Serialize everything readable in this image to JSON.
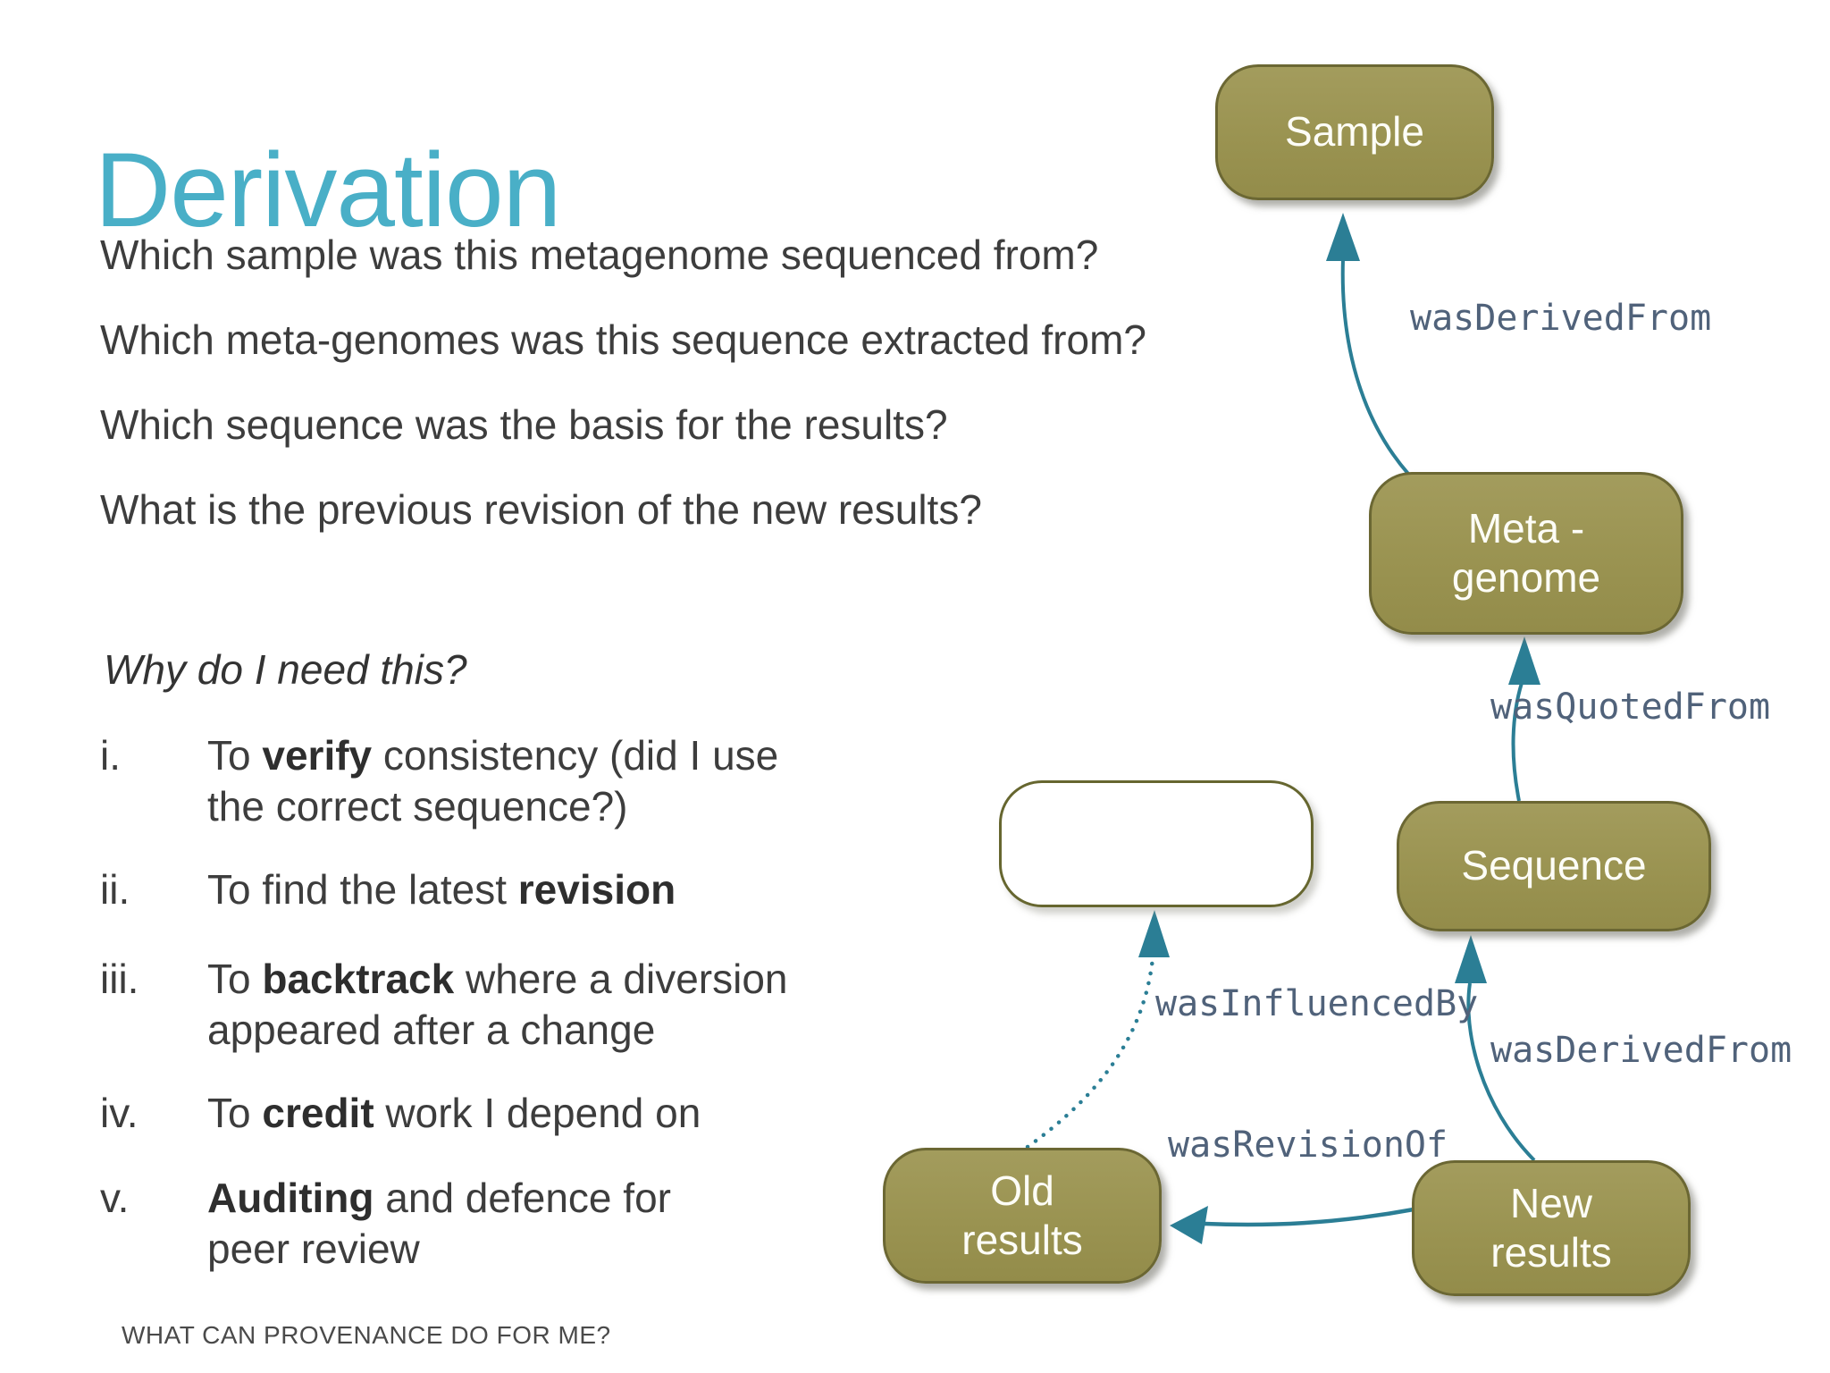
{
  "slide": {
    "title": "Derivation",
    "questions": [
      "Which sample was this metagenome sequenced from?",
      "Which meta-genomes was this sequence extracted from?",
      "Which sequence was the basis for the results?",
      "What is the previous revision of the new results?"
    ],
    "why_heading": "Why do I need this?",
    "reasons": [
      {
        "numeral": "i.",
        "pre": "To ",
        "bold": "verify",
        "post": " consistency (did I use\nthe correct sequence?)"
      },
      {
        "numeral": "ii.",
        "pre": "To find the latest ",
        "bold": "revision",
        "post": ""
      },
      {
        "numeral": "iii.",
        "pre": "To ",
        "bold": "backtrack",
        "post": " where a diversion\nappeared after a change"
      },
      {
        "numeral": "iv.",
        "pre": "To ",
        "bold": "credit",
        "post": " work I depend on"
      },
      {
        "numeral": "v.",
        "pre": "",
        "bold": "Auditing",
        "post": " and defence for\npeer review"
      }
    ],
    "footer": "WHAT CAN PROVENANCE DO FOR ME?"
  },
  "diagram": {
    "nodes": [
      {
        "id": "sample",
        "lines": [
          "Sample"
        ]
      },
      {
        "id": "metagenome",
        "lines": [
          "Meta -",
          "genome"
        ]
      },
      {
        "id": "blank",
        "lines": [
          ""
        ]
      },
      {
        "id": "sequence",
        "lines": [
          "Sequence"
        ]
      },
      {
        "id": "old-results",
        "lines": [
          "Old",
          "results"
        ]
      },
      {
        "id": "new-results",
        "lines": [
          "New",
          "results"
        ]
      }
    ],
    "edges": [
      {
        "label": "wasDerivedFrom",
        "from": "metagenome",
        "to": "sample",
        "style": "solid"
      },
      {
        "label": "wasQuotedFrom",
        "from": "sequence",
        "to": "metagenome",
        "style": "solid"
      },
      {
        "label": "wasInfluencedBy",
        "from": "old-results",
        "to": "blank",
        "style": "dotted"
      },
      {
        "label": "wasDerivedFrom",
        "from": "new-results",
        "to": "sequence",
        "style": "solid"
      },
      {
        "label": "wasRevisionOf",
        "from": "new-results",
        "to": "old-results",
        "style": "solid"
      }
    ],
    "colors": {
      "node_fill": "#9C9554",
      "node_border": "#6B6733",
      "arrow": "#2B7E95",
      "edge_label": "#50627A",
      "title": "#49AFC7",
      "body_text": "#3D3D3D"
    }
  }
}
